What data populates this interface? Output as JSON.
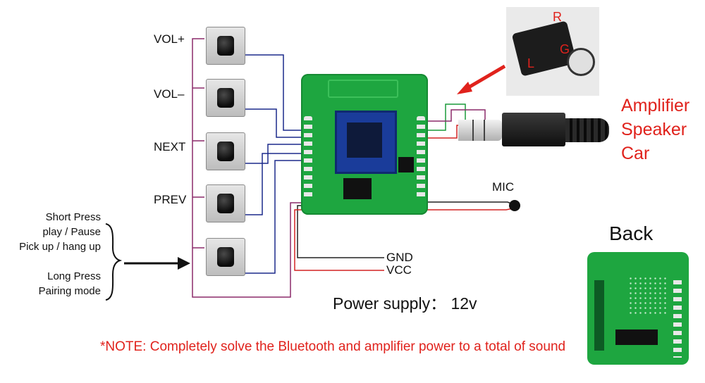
{
  "buttons": {
    "vol_plus": "VOL+",
    "vol_minus": "VOL–",
    "next": "NEXT",
    "prev": "PREV"
  },
  "press_info": {
    "short_press": "Short Press",
    "play_pause": "play / Pause",
    "pick_hang": "Pick up / hang up",
    "long_press": "Long Press",
    "pairing": "Pairing mode"
  },
  "jack": {
    "r": "R",
    "g": "G",
    "l": "L"
  },
  "outputs": {
    "line1": "Amplifier",
    "line2": "Speaker",
    "line3": "Car"
  },
  "mic_label": "MIC",
  "gnd_label": "GND",
  "vcc_label": "VCC",
  "power_supply": "Power supply： 12v",
  "back_label": "Back",
  "note": "*NOTE: Completely solve the Bluetooth and amplifier power to a total of sound",
  "colors": {
    "pcb": "#1ea640",
    "wire_blue": "#1c2a8c",
    "wire_purple": "#8c2a6a",
    "wire_red": "#d42424",
    "wire_green": "#1a9a3a",
    "note_red": "#e0221c"
  }
}
